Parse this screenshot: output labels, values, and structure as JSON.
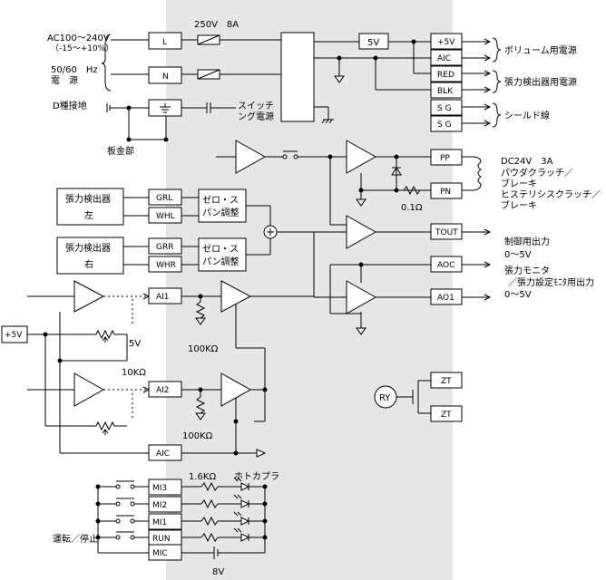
{
  "left_labels": {
    "ac_input": "AC100～240V",
    "ac_tolerance": "（-15～+10%）",
    "freq": "50/60　Hz",
    "power_src": "電　源",
    "ground_d": "D種接地",
    "chassis": "板金部",
    "sensor_left_1": "張力検出器",
    "sensor_left_2": "左",
    "sensor_right_1": "張力検出器",
    "sensor_right_2": "右",
    "plus5v": "+5V",
    "pot_v": "5V",
    "pot_r": "10KΩ",
    "run_stop": "運転／停止"
  },
  "inner_labels": {
    "fuse": "250V　8A",
    "switching_1": "スイッチ",
    "switching_2": "ング電源",
    "reg_5v": "5V",
    "zero_span_l_1": "ゼロ・ス",
    "zero_span_l_2": "パン調整",
    "zero_span_r_1": "ゼロ・ス",
    "zero_span_r_2": "パン調整",
    "r100k_1": "100KΩ",
    "r100k_2": "100KΩ",
    "r1_6k": "1.6KΩ",
    "photocoupler": "ホトカプラ",
    "r_01": "0.1Ω",
    "v8": "8V",
    "ry": "RY"
  },
  "terminals_left": {
    "L": "L",
    "N": "N",
    "GRL": "GRL",
    "WHL": "WHL",
    "GRR": "GRR",
    "WHR": "WHR",
    "AI1": "AI1",
    "AI2": "AI2",
    "AIC": "AIC",
    "MI3": "MI3",
    "MI2": "MI2",
    "MI1": "MI1",
    "RUN": "RUN",
    "MIC": "MIC"
  },
  "terminals_right": {
    "plus5v": "+5V",
    "AIC": "AIC",
    "RED": "RED",
    "BLK": "BLK",
    "SG1": "S G",
    "SG2": "S G",
    "PP": "PP",
    "PN": "PN",
    "TOUT": "TOUT",
    "AOC": "AOC",
    "AO1": "AO1",
    "ZT1": "ZT",
    "ZT2": "ZT"
  },
  "right_labels": {
    "vol_power": "ボリューム用電源",
    "sensor_power": "張力検出器用電源",
    "shield": "シールド線",
    "dc24v": "DC24V　3A",
    "clutch_1": "パウダクラッチ／",
    "clutch_2": "ブレーキ",
    "clutch_3": "ヒステリシスクラッチ／",
    "clutch_4": "ブレーキ",
    "ctrl_out": "制御用出力",
    "ctrl_range": "0～5V",
    "mon_1": "張力モニタ",
    "mon_2": "／張力設定ﾓﾆﾀ用出力",
    "mon_range": "0～5V"
  }
}
